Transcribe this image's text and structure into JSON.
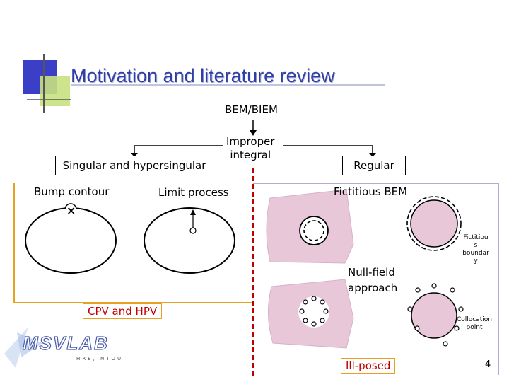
{
  "slide": {
    "title": "Motivation and literature review",
    "page_number": "4"
  },
  "diagram": {
    "root": "BEM/BIEM",
    "improper_integral": "Improper\nintegral",
    "singular_box": "Singular and hypersingular",
    "regular_box": "Regular",
    "bump_contour": "Bump contour",
    "limit_process": "Limit process",
    "fictitious_bem": "Fictitious BEM",
    "fictitious_boundary": "Fictitiou\ns\nboundar\ny",
    "null_field": "Null-field\napproach",
    "collocation_point": "Collocation\npoint",
    "cpv_hpv": "CPV and HPV",
    "ill_posed": "Ill-posed"
  },
  "logo": {
    "name": "MSVLAB",
    "sub": "HRE, NTOU"
  },
  "colors": {
    "title": "#2f3fa8",
    "orange_frame": "#e8a020",
    "purple_frame": "#b8a8d8",
    "red": "#c00000",
    "pink_fill": "#e8c8d8"
  }
}
